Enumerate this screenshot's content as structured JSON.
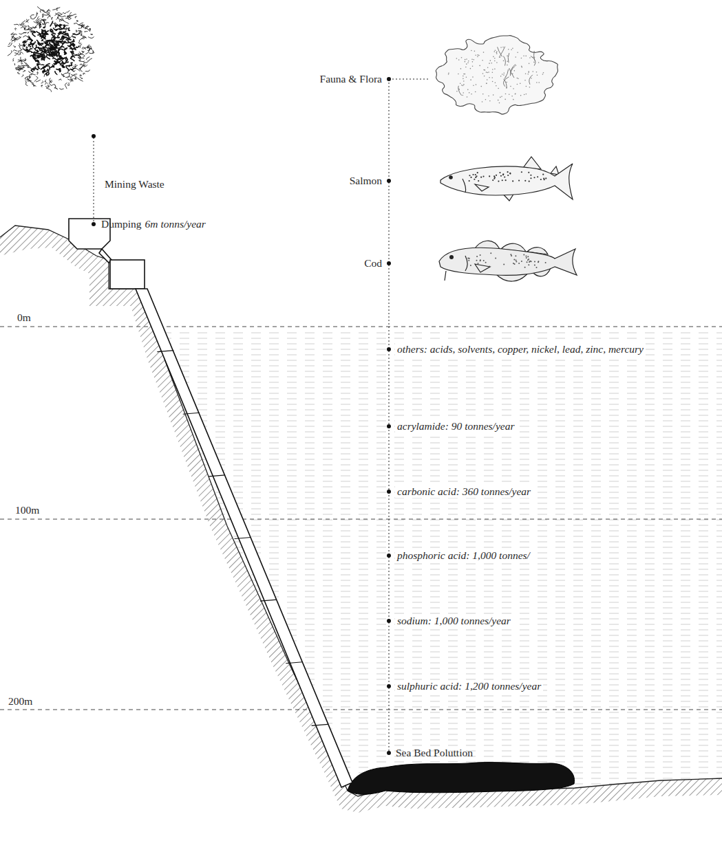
{
  "diagram": {
    "labels": [
      "Mining Waste",
      "Dumping",
      "6m tonns/year",
      "Fauna & Flora",
      "Salmon",
      "Cod",
      "0m",
      "100m",
      "200m",
      "others: acids, solvents, copper, nickel, lead, zinc, mercury",
      "acrylamide: 90 tonnes/year",
      "carbonic acid: 360 tonnes/year",
      "phosphoric acid: 1,000 tonnes/",
      "sodium: 1,000 tonnes/year",
      "sulphuric acid: 1,200 tonnes/year",
      "Sea Bed Poluttion"
    ]
  }
}
